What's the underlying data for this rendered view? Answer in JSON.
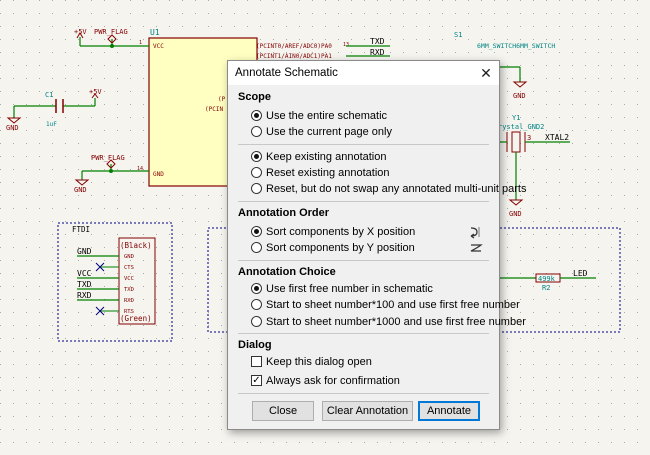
{
  "schematic": {
    "u1_ref": "U1",
    "vcc_pin": "VCC",
    "gnd_pin": "GND",
    "pin1": "1",
    "pin13": "13",
    "pin14": "14",
    "pin_pa0": "(PCINT0/AREF/ADC0)PA0",
    "pin_pa1": "(PCINT1/AIN0/ADC1)PA1",
    "u1_frag1": "(P",
    "u1_frag2": "(PCIN",
    "plus5v_top": "+5V",
    "plus5v_left": "+5V",
    "pwr_flag_top": "PWR_FLAG",
    "pwr_flag_bottom": "PWR_FLAG",
    "c1_ref": "C1",
    "c1_value": "1uF",
    "gnd_c1": "GND",
    "gnd_bottom": "GND",
    "txd_net": "TXD",
    "rxd_net": "RXD",
    "s1_ref": "S1",
    "s1_value": "6MM_SWITCH6MM_SWITCH",
    "gnd_s1": "GND",
    "y1_ref": "Y1",
    "y1_value": "rystal_GND2",
    "y1_pin3": "3",
    "xtal2_net": "XTAL2",
    "gnd_y1": "GND",
    "r2_ref": "R2",
    "r2_value": "499k",
    "led_net": "LED",
    "ftdi_title": "FTDI",
    "ftdi_gnd": "GND",
    "ftdi_vcc": "VCC",
    "ftdi_txd": "TXD",
    "ftdi_rxd": "RXD",
    "ftdi_black": "(Black)",
    "ftdi_green": "(Green)",
    "ftdi_pins": [
      "GND",
      "CTS",
      "VCC",
      "TXD",
      "RXD",
      "RTS"
    ]
  },
  "dialog": {
    "title": "Annotate Schematic",
    "close_glyph": "✕",
    "scope": {
      "heading": "Scope",
      "options": [
        "Use the entire schematic",
        "Use the current page only"
      ],
      "annotation_options": [
        "Keep existing annotation",
        "Reset existing annotation",
        "Reset, but do not swap any annotated multi-unit parts"
      ]
    },
    "order": {
      "heading": "Annotation Order",
      "options": [
        "Sort components by X position",
        "Sort components by Y position"
      ]
    },
    "choice": {
      "heading": "Annotation Choice",
      "options": [
        "Use first free number in schematic",
        "Start to  sheet number*100 and use first free number",
        "Start to  sheet number*1000 and use first free number"
      ]
    },
    "dialog_section": {
      "heading": "Dialog",
      "keep_open": "Keep this dialog open",
      "always_ask": "Always ask for confirmation",
      "keep_open_checked": false,
      "always_ask_checked": true
    },
    "buttons": {
      "close": "Close",
      "clear": "Clear Annotation",
      "annotate": "Annotate"
    }
  },
  "colors": {
    "wire": "#008000",
    "part_fill": "#ffffc2",
    "part_border": "#840000",
    "label": "#000000",
    "ref": "#008484",
    "sheet_border": "#000084",
    "accent": "#0078d7"
  }
}
